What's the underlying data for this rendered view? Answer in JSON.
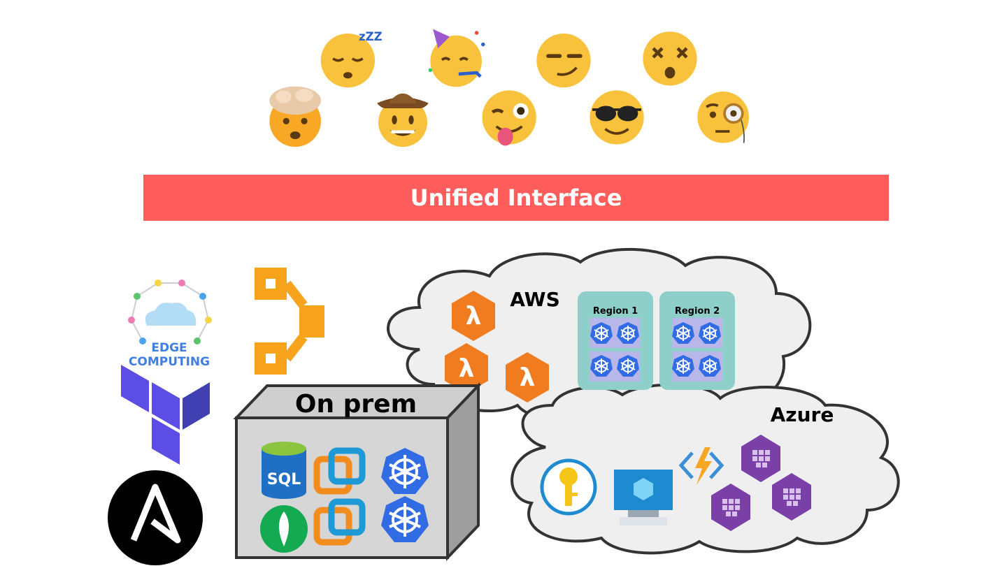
{
  "banner": {
    "label": "Unified Interface"
  },
  "clouds": {
    "aws": {
      "label": "AWS",
      "regions": [
        "Region 1",
        "Region 2"
      ]
    },
    "azure": {
      "label": "Azure"
    }
  },
  "onprem": {
    "label": "On prem",
    "sql_label": "SQL"
  },
  "edge": {
    "line1": "EDGE",
    "line2": "COMPUTING"
  },
  "colors": {
    "banner": "#ff5c5c",
    "aws_orange": "#f07c1f",
    "k8s_blue": "#326ce5",
    "region_teal": "#8ecfc9",
    "terraform_purple": "#5c4ee5",
    "azure_purple": "#7b3fa8",
    "mongo_green": "#13aa52"
  }
}
